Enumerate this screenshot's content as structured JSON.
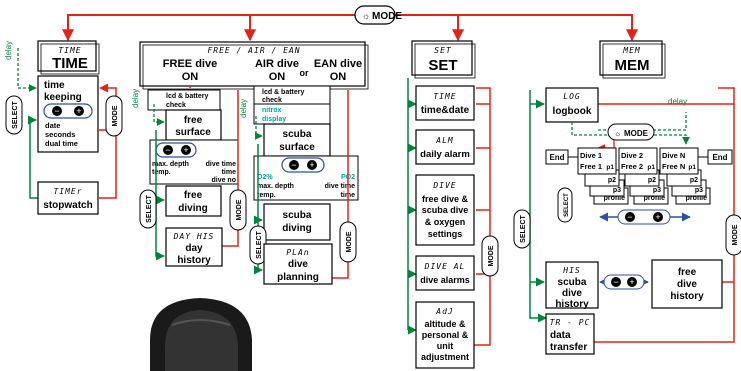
{
  "top_mode": "MODE",
  "time": {
    "lcd": "TIME",
    "title": "TIME",
    "delay": "delay",
    "select": "SELECT",
    "mode": "MODE",
    "keeping_1": "time",
    "keeping_2": "keeping",
    "minus": "−",
    "plus": "+",
    "opt_1": "date",
    "opt_2": "seconds",
    "opt_3": "dual time",
    "timer_lcd": "TIMEr",
    "stopwatch": "stopwatch"
  },
  "dive": {
    "lcd": "FREE / AIR / EAN",
    "free_1": "FREE dive",
    "free_2": "ON",
    "air_1": "AIR dive",
    "air_2": "ON",
    "or": "or",
    "ean_1": "EAN dive",
    "ean_2": "ON",
    "lcd_check_1": "lcd & battery",
    "lcd_check_2": "check",
    "delay": "delay",
    "free_surface_1": "free",
    "free_surface_2": "surface",
    "fs_l1a": "max. depth",
    "fs_l1b": "dive time",
    "fs_l2a": "temp.",
    "fs_l2b": "time",
    "fs_l3": "dive no",
    "free_diving_1": "free",
    "free_diving_2": "diving",
    "select": "SELECT",
    "mode": "MODE",
    "dayhis_lcd": "DAY HIS",
    "day_history_1": "day",
    "day_history_2": "history",
    "nitrox_1": "nitrox",
    "nitrox_2": "display",
    "scuba_surface_1": "scuba",
    "scuba_surface_2": "surface",
    "o2": "O2%",
    "po2": "PO2",
    "ss_l1a": "max. depth",
    "ss_l1b": "dive time",
    "ss_l2a": "temp.",
    "ss_l2b": "time",
    "scuba_diving_1": "scuba",
    "scuba_diving_2": "diving",
    "plan_lcd": "PLAn",
    "dive_planning_1": "dive",
    "dive_planning_2": "planning"
  },
  "set": {
    "lcd": "SET",
    "title": "SET",
    "mode": "MODE",
    "timedate_lcd": "TIME",
    "timedate": "time&date",
    "alm_lcd": "ALM",
    "alm": "daily alarm",
    "dive_lcd": "DIVE",
    "dive_1": "free dive &",
    "dive_2": "scuba dive",
    "dive_3": "& oxygen",
    "dive_4": "settings",
    "divealm_lcd": "DIVE AL",
    "divealm": "dive alarms",
    "adj_lcd": "AdJ",
    "adj_1": "altitude &",
    "adj_2": "personal &",
    "adj_3": "unit",
    "adj_4": "adjustment"
  },
  "mem": {
    "lcd": "MEM",
    "title": "MEM",
    "log_lcd": "LOG",
    "logbook": "logbook",
    "delay": "delay",
    "mode": "MODE",
    "end_left": "End",
    "end_right": "End",
    "d1a": "Dive 1",
    "d1b": "Free 1",
    "d2a": "Dive 2",
    "d2b": "Free 2",
    "dna": "Dive N",
    "dnb": "Free N",
    "p1": "p1",
    "p2": "p2",
    "p3": "p3",
    "profile": "profile",
    "select": "SELECT",
    "his_lcd": "HIS",
    "scuba_his_1": "scuba",
    "scuba_his_2": "dive",
    "scuba_his_3": "history",
    "free_his_1": "free",
    "free_his_2": "dive",
    "free_his_3": "history",
    "trpc_lcd": "TR - PC",
    "data_1": "data",
    "data_2": "transfer"
  },
  "colors": {
    "red": "#e2231a",
    "green": "#00843d",
    "blue": "#2b4fa2",
    "teal": "#00a3a3"
  }
}
